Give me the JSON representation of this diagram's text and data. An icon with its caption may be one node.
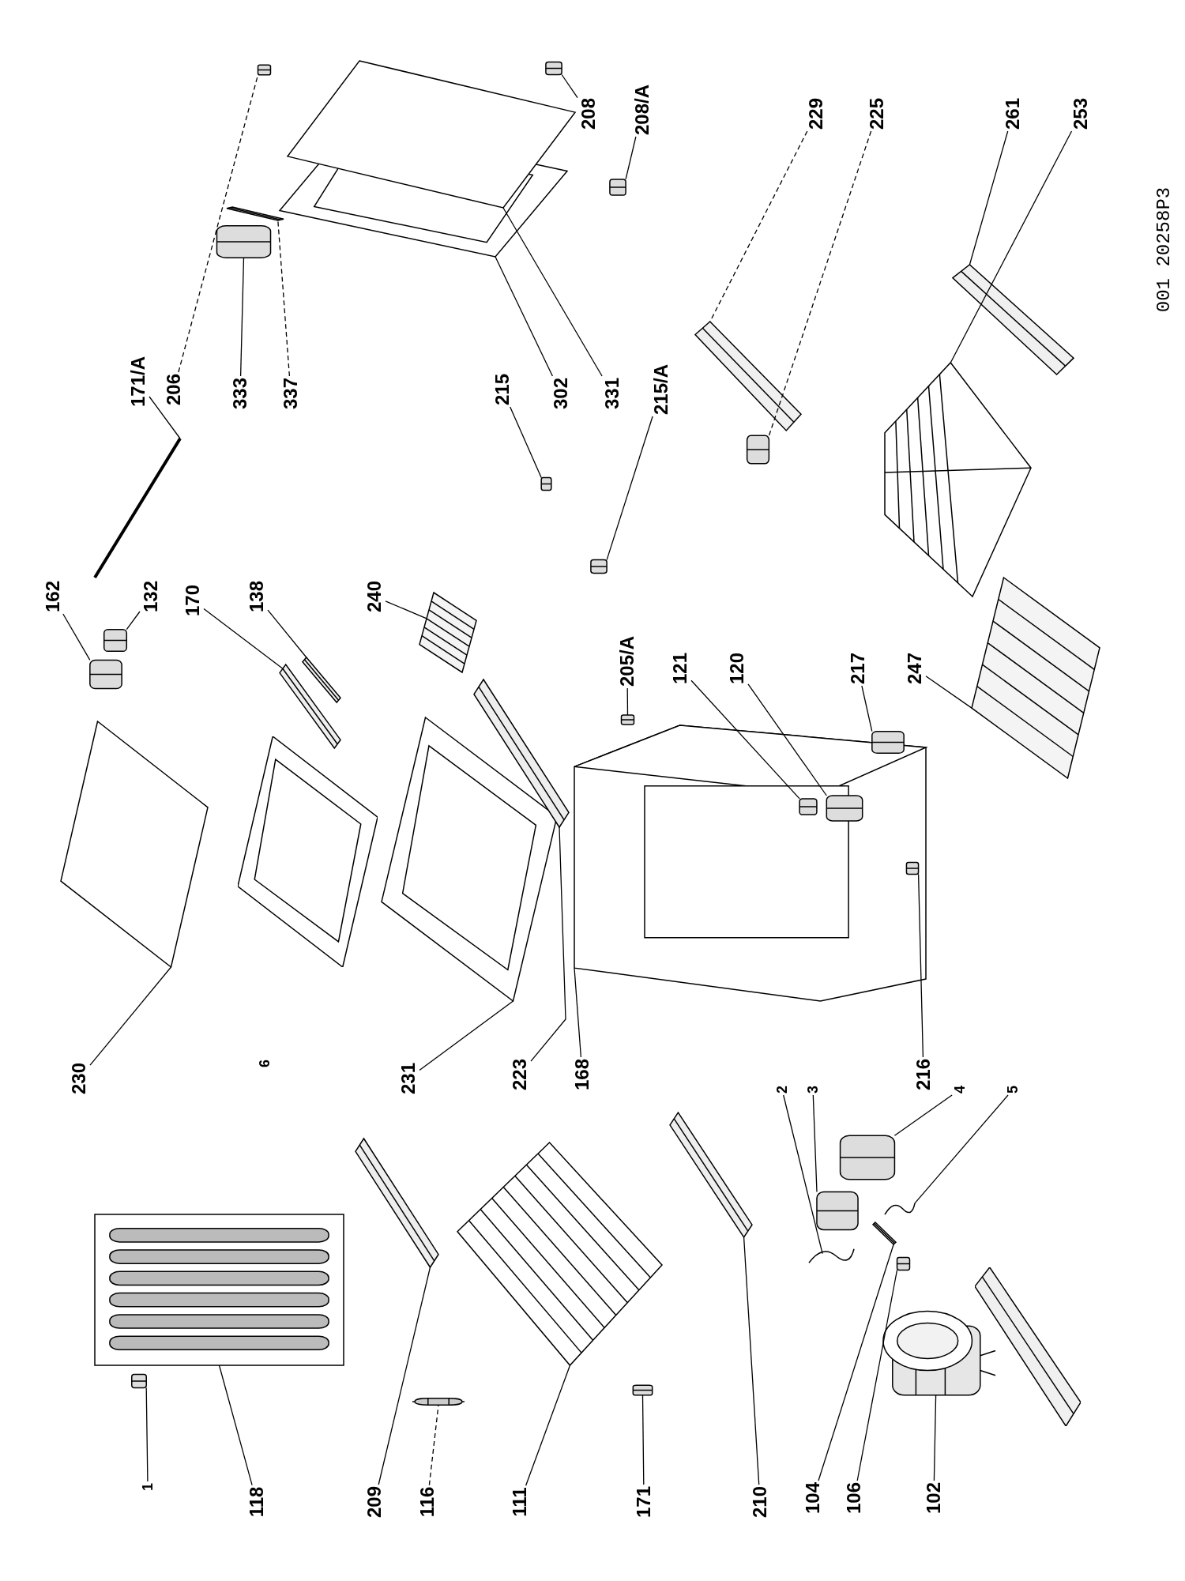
{
  "diagram": {
    "nodes": [
      {
        "text": [
          "162"
        ]
      },
      {
        "text": [],
        "shape": "picture"
      },
      {
        "text": [
          "132"
        ]
      },
      {
        "text": [],
        "shape": "picture"
      },
      {
        "text": [
          "170"
        ]
      },
      {
        "text": [],
        "shape": "picture"
      },
      {
        "text": [
          "138"
        ]
      },
      {
        "text": [],
        "shape": "picture"
      },
      {
        "text": [
          "240"
        ]
      },
      {
        "text": [],
        "shape": "picture"
      },
      {
        "text": [
          "171/A"
        ]
      },
      {
        "text": [],
        "shape": "picture"
      },
      {
        "text": [
          "206"
        ]
      },
      {
        "text": [],
        "shape": "picture"
      },
      {
        "text": [
          "333"
        ]
      },
      {
        "text": [],
        "shape": "picture"
      },
      {
        "text": [
          "337"
        ]
      },
      {
        "text": [],
        "shape": "picture"
      },
      {
        "text": [
          "215"
        ]
      },
      {
        "text": [],
        "shape": "picture"
      },
      {
        "text": [
          "302"
        ]
      },
      {
        "text": [],
        "shape": "picture"
      },
      {
        "text": [
          "331"
        ]
      },
      {
        "text": [],
        "shape": "picture"
      },
      {
        "text": [
          "215/A"
        ]
      },
      {
        "text": [],
        "shape": "picture"
      },
      {
        "text": [
          "208"
        ]
      },
      {
        "text": [],
        "shape": "picture"
      },
      {
        "text": [
          "208/A"
        ]
      },
      {
        "text": [],
        "shape": "picture"
      },
      {
        "text": [
          "229"
        ]
      },
      {
        "text": [],
        "shape": "picture"
      },
      {
        "text": [
          "225"
        ]
      },
      {
        "text": [],
        "shape": "picture"
      },
      {
        "text": [
          "261"
        ]
      },
      {
        "text": [],
        "shape": "picture"
      },
      {
        "text": [
          "253"
        ]
      },
      {
        "text": [],
        "shape": "picture"
      },
      {
        "text": [
          "205/A"
        ]
      },
      {
        "text": [],
        "shape": "picture"
      },
      {
        "text": [
          "168"
        ]
      },
      {
        "text": [],
        "shape": "picture"
      },
      {
        "text": [
          "121"
        ]
      },
      {
        "text": [],
        "shape": "picture",
        "in": 41
      },
      {
        "text": [
          "120"
        ]
      },
      {
        "text": [],
        "shape": "picture",
        "in": 41
      },
      {
        "text": [
          "216"
        ]
      },
      {
        "text": [],
        "shape": "picture",
        "in": 41
      },
      {
        "text": [
          "217"
        ]
      },
      {
        "text": [],
        "shape": "picture"
      },
      {
        "text": [
          "247"
        ]
      },
      {
        "text": [],
        "shape": "picture"
      },
      {
        "text": [
          "230"
        ]
      },
      {
        "text": [],
        "shape": "picture"
      },
      {
        "text": [
          "231"
        ]
      },
      {
        "text": [],
        "shape": "picture"
      },
      {
        "text": [
          "223"
        ]
      },
      {
        "text": [],
        "shape": "picture"
      },
      {
        "text": [
          "2"
        ]
      },
      {
        "text": [],
        "shape": "picture"
      },
      {
        "text": [
          "3"
        ]
      },
      {
        "text": [],
        "shape": "picture"
      },
      {
        "text": [
          "4"
        ]
      },
      {
        "text": [],
        "shape": "picture"
      },
      {
        "text": [
          "5"
        ]
      },
      {
        "text": [],
        "shape": "picture"
      },
      {
        "text": [
          "1"
        ]
      },
      {
        "text": [],
        "shape": "picture"
      },
      {
        "text": [
          "118"
        ]
      },
      {
        "text": [],
        "shape": "picture"
      },
      {
        "text": [
          "209"
        ]
      },
      {
        "text": [],
        "shape": "picture"
      },
      {
        "text": [
          "116"
        ]
      },
      {
        "text": [],
        "shape": "picture"
      },
      {
        "text": [
          "111"
        ]
      },
      {
        "text": [],
        "shape": "picture"
      },
      {
        "text": [
          "171"
        ]
      },
      {
        "text": [],
        "shape": "picture"
      },
      {
        "text": [
          "210"
        ]
      },
      {
        "text": [],
        "shape": "picture"
      },
      {
        "text": [
          "104"
        ]
      },
      {
        "text": [],
        "shape": "picture"
      },
      {
        "text": [
          "106"
        ]
      },
      {
        "text": [],
        "shape": "picture"
      },
      {
        "text": [
          "102"
        ]
      },
      {
        "text": [],
        "shape": "picture"
      }
    ],
    "edges": [
      {
        "from": 0,
        "to": 1,
        "arrow": "none"
      },
      {
        "from": 2,
        "to": 3,
        "arrow": "none"
      },
      {
        "from": 4,
        "to": 5,
        "arrow": "none"
      },
      {
        "from": 6,
        "to": 7,
        "arrow": "none"
      },
      {
        "from": 8,
        "to": 9,
        "arrow": "none"
      },
      {
        "from": 10,
        "to": 11,
        "arrow": "none"
      },
      {
        "from": 12,
        "to": 13,
        "arrow": "none",
        "style": "dashed"
      },
      {
        "from": 14,
        "to": 15,
        "arrow": "none"
      },
      {
        "from": 16,
        "to": 17,
        "arrow": "none",
        "style": "dashed"
      },
      {
        "from": 18,
        "to": 19,
        "arrow": "none"
      },
      {
        "from": 20,
        "to": 21,
        "arrow": "none"
      },
      {
        "from": 22,
        "to": 23,
        "arrow": "none"
      },
      {
        "from": 24,
        "to": 25,
        "arrow": "none"
      },
      {
        "from": 26,
        "to": 27,
        "arrow": "none"
      },
      {
        "from": 28,
        "to": 29,
        "arrow": "none"
      },
      {
        "from": 30,
        "to": 31,
        "arrow": "none",
        "style": "dashed"
      },
      {
        "from": 32,
        "to": 33,
        "arrow": "none",
        "style": "dashed"
      },
      {
        "from": 34,
        "to": 35,
        "arrow": "none"
      },
      {
        "from": 36,
        "to": 37,
        "arrow": "none"
      },
      {
        "from": 38,
        "to": 39,
        "arrow": "none"
      },
      {
        "from": 40,
        "to": 41,
        "arrow": "none"
      },
      {
        "from": 42,
        "to": 43,
        "arrow": "none"
      },
      {
        "from": 44,
        "to": 45,
        "arrow": "none"
      },
      {
        "from": 46,
        "to": 47,
        "arrow": "none"
      },
      {
        "from": 48,
        "to": 49,
        "arrow": "none"
      },
      {
        "from": 50,
        "to": 51,
        "arrow": "none"
      },
      {
        "from": 52,
        "to": 53,
        "arrow": "none"
      },
      {
        "from": 54,
        "to": 55,
        "arrow": "none"
      },
      {
        "from": 56,
        "to": 57,
        "arrow": "none"
      },
      {
        "from": 58,
        "to": 59,
        "arrow": "none"
      },
      {
        "from": 60,
        "to": 61,
        "arrow": "none"
      },
      {
        "from": 62,
        "to": 63,
        "arrow": "none"
      },
      {
        "from": 64,
        "to": 65,
        "arrow": "none"
      },
      {
        "from": 66,
        "to": 67,
        "arrow": "none"
      },
      {
        "from": 68,
        "to": 69,
        "arrow": "none"
      },
      {
        "from": 70,
        "to": 71,
        "arrow": "none"
      },
      {
        "from": 72,
        "to": 73,
        "arrow": "none",
        "style": "dashed"
      },
      {
        "from": 74,
        "to": 75,
        "arrow": "none"
      },
      {
        "from": 76,
        "to": 77,
        "arrow": "none"
      },
      {
        "from": 78,
        "to": 79,
        "arrow": "none"
      },
      {
        "from": 80,
        "to": 81,
        "arrow": "none"
      },
      {
        "from": 82,
        "to": 83,
        "arrow": "none"
      },
      {
        "from": 84,
        "to": 85,
        "arrow": "none"
      }
    ],
    "labels": [
      "6",
      "001 20258P3"
    ]
  }
}
